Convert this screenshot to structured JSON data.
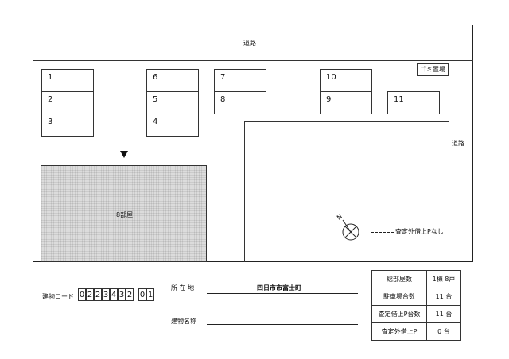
{
  "map": {
    "road_top": "道路",
    "road_right": "道路",
    "garbage": "ゴミ置場",
    "building_label": "8部屋",
    "assessment_note": "査定外借上Pなし",
    "north": "N",
    "slots": [
      {
        "id": "slot-1",
        "label": "1"
      },
      {
        "id": "slot-2",
        "label": "2"
      },
      {
        "id": "slot-3",
        "label": "3"
      },
      {
        "id": "slot-6",
        "label": "6"
      },
      {
        "id": "slot-5",
        "label": "5"
      },
      {
        "id": "slot-4",
        "label": "4"
      },
      {
        "id": "slot-7",
        "label": "7"
      },
      {
        "id": "slot-8",
        "label": "8"
      },
      {
        "id": "slot-10",
        "label": "10"
      },
      {
        "id": "slot-9",
        "label": "9"
      },
      {
        "id": "slot-11",
        "label": "11"
      }
    ]
  },
  "footer": {
    "building_code_label": "建物コード",
    "code_digits": [
      "0",
      "2",
      "2",
      "3",
      "4",
      "3",
      "2",
      "0",
      "1"
    ],
    "location_label": "所 在 地",
    "location_value": "四日市市富士町",
    "building_name_label": "建物名称",
    "building_name_value": ""
  },
  "info_table": [
    {
      "label": "総部屋数",
      "value": "1棟 8戸"
    },
    {
      "label": "駐車場台数",
      "value": "11 台"
    },
    {
      "label": "査定借上P台数",
      "value": "11 台"
    },
    {
      "label": "査定外借上P",
      "value": "0 台"
    }
  ]
}
